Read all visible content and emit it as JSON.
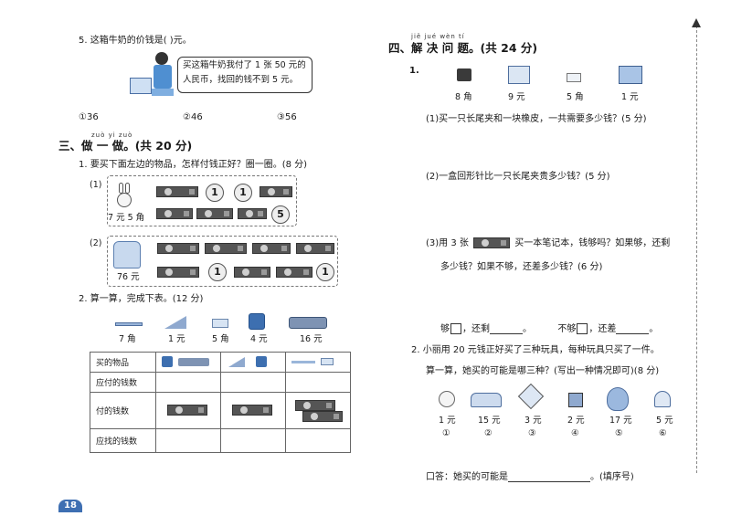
{
  "left": {
    "q5": {
      "text": "5. 这箱牛奶的价钱是(    )元。",
      "speech": [
        "买这箱牛奶我付了 1 张 50 元的",
        "人民币，找回的钱不到 5 元。"
      ],
      "options": [
        "①36",
        "②46",
        "③56"
      ]
    },
    "s3": {
      "pinyin": "zuò yi zuò",
      "title": "三、做 一 做。(共 20 分)",
      "q1": {
        "text": "1. 要买下面左边的物品，怎样付钱正好？圈一圈。(8 分)",
        "n1": "(1)",
        "price1": "7 元 5 角",
        "n2": "(2)",
        "price2": "76 元"
      },
      "q2": {
        "text": "2. 算一算，完成下表。(12 分)",
        "prices": [
          "7 角",
          "1 元",
          "5 角",
          "4 元",
          "16 元"
        ],
        "rows": [
          "买的物品",
          "应付的钱数",
          "付的钱数",
          "应找的钱数"
        ]
      }
    },
    "page_no": "18"
  },
  "right": {
    "s4": {
      "pinyin": "jiě jué wèn tí",
      "title": "四、解 决 问 题。(共 24 分)",
      "q1": {
        "n": "1.",
        "prices": [
          "8 角",
          "9 元",
          "5 角",
          "1 元"
        ],
        "sub1": "(1)买一只长尾夹和一块橡皮，一共需要多少钱？(5 分)",
        "sub2": "(2)一盒回形针比一只长尾夹贵多少钱？(5 分)",
        "sub3a_pre": "(3)用 3 张",
        "sub3a_post": "买一本笔记本，钱够吗？如果够，还剩",
        "sub3b": "多少钱？如果不够，还差多少钱？(6 分)",
        "ans1": "够",
        "ans2": "，还剩",
        "ans3": "。",
        "ans4": "不够",
        "ans5": "，还差",
        "ans6": "。"
      },
      "q2": {
        "text": "2. 小丽用 20 元钱正好买了三种玩具，每种玩具只买了一件。",
        "ask": "算一算，她买的可能是哪三种？(写出一种情况即可)(8 分)",
        "prices": [
          "1 元",
          "15 元",
          "3 元",
          "2 元",
          "17 元",
          "5 元"
        ],
        "marks": [
          "①",
          "②",
          "③",
          "④",
          "⑤",
          "⑥"
        ],
        "answer_pre": "口答：她买的可能是",
        "answer_post": "。(填序号)"
      }
    }
  }
}
